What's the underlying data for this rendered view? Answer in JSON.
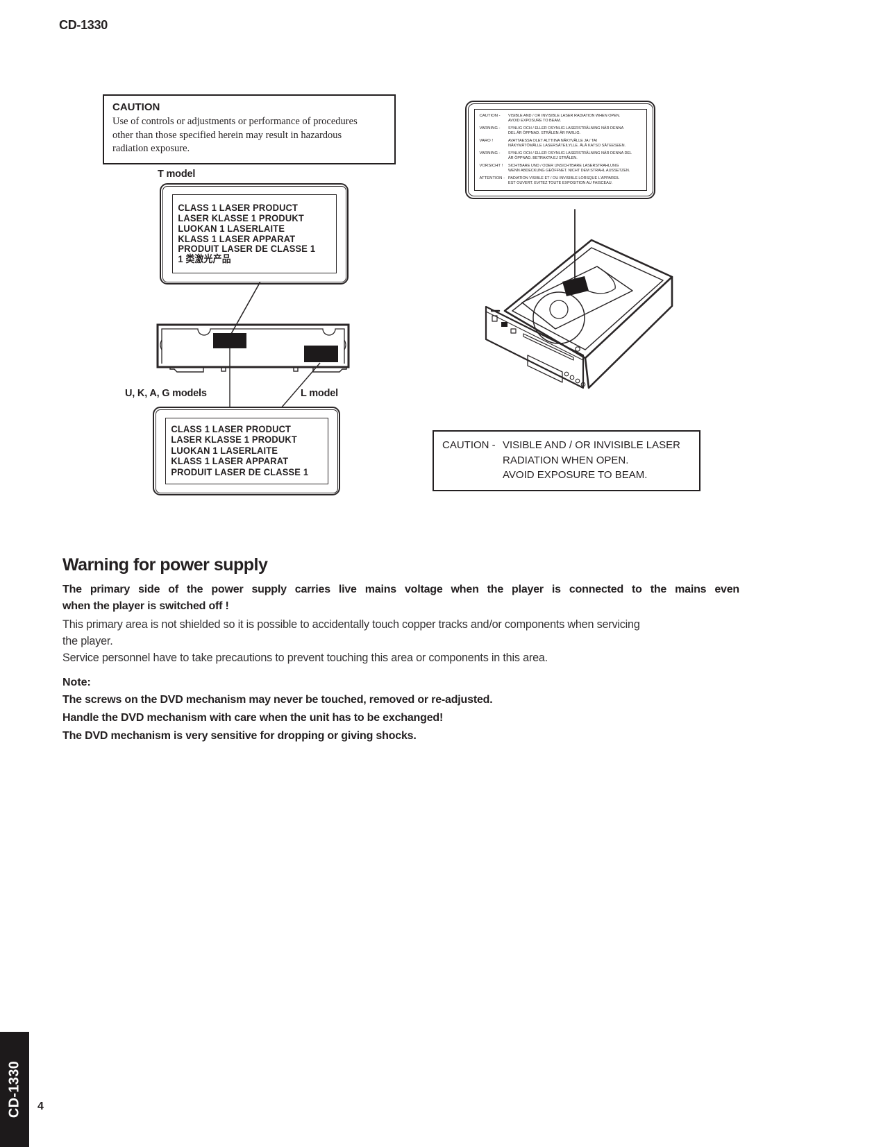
{
  "header": {
    "model": "CD-1330"
  },
  "caution_box": {
    "title": "CAUTION",
    "lines": [
      "Use of controls or adjustments or performance of procedures",
      "other than those specified herein may result in hazardous",
      "radiation exposure."
    ]
  },
  "diagram_captions": {
    "t_model": "T model",
    "ukag_models": "U, K, A, G models",
    "l_model": "L model"
  },
  "t_model_label": {
    "lines": [
      "CLASS 1 LASER PRODUCT",
      "LASER KLASSE 1 PRODUKT",
      "LUOKAN 1 LASERLAITE",
      "KLASS 1 LASER APPARAT",
      "PRODUIT LASER DE CLASSE 1",
      "1 类激光产品"
    ]
  },
  "lower_label": {
    "lines": [
      "CLASS 1 LASER PRODUCT",
      "LASER KLASSE 1 PRODUKT",
      "LUOKAN 1 LASERLAITE",
      "KLASS 1 LASER APPARAT",
      "PRODUIT LASER DE CLASSE 1"
    ]
  },
  "multilang_label": {
    "entries": [
      {
        "term": "CAUTION  -",
        "lines": [
          "VISIBLE AND / OR INVISIBLE LASER RADIATION WHEN OPEN.",
          "AVOID EXPOSURE TO BEAM."
        ]
      },
      {
        "term": "VARNING  -",
        "lines": [
          "SYNLIG OCH / ELLER OSYNLIG LASERSTRÅLNING NÄR DENNA",
          "DEL ÄR ÖPPNAD.  STRÅLEN ÄR FARLIG."
        ]
      },
      {
        "term": "VARO !",
        "lines": [
          "AVATTAESSA OLET ALTTIINA NÄKYVÄLLE JA / TAI",
          "NÄKYMÄTÖMÄLLE LASERSÄTEILYLLE. ÄLÄ KATSO SÄTEESEEN."
        ]
      },
      {
        "term": "VARNING  -",
        "lines": [
          "SYNLIG OCH / ELLER OSYNLIG LASERSTRÅLNING NÄR DENNA DEL",
          "ÄR ÖPPNAD.  BETRAKTA EJ STRÅLEN."
        ]
      },
      {
        "term": "VORSICHT !",
        "lines": [
          "SICHTBARE UND / ODER UNSICHTBARE LASERSTRAHLUNG",
          "WENN ABDECKUNG GEÖFFNET. NICHT DEM STRAHL AUSSETZEN."
        ]
      },
      {
        "term": "ATTENTION -",
        "lines": [
          "PADIATION VISIBLE ET / OU INVISIBLE LORSQUE L'APPAREIL",
          "EST OUVERT. EVITEZ TOUTE EXPOSITION AU FAISCEAU."
        ]
      }
    ]
  },
  "caution_right": {
    "term": "CAUTION -",
    "lines": [
      "VISIBLE AND / OR INVISIBLE LASER",
      "RADIATION WHEN OPEN.",
      "AVOID EXPOSURE TO BEAM."
    ]
  },
  "warning_section": {
    "heading": "Warning for power supply",
    "bold_line1": "The primary side of the power supply carries live mains voltage when the player is connected to the mains even",
    "bold_line2": "when the player is switched off !",
    "para1_line1": "This primary area is not shielded so it is possible to accidentally touch copper tracks and/or components when servicing",
    "para1_line2": "the player.",
    "para2": "Service personnel have to take precautions to prevent touching this area or components in this area.",
    "note_label": "Note:",
    "note_lines": [
      "The screws on the DVD mechanism may never be touched, removed or re-adjusted.",
      "Handle the DVD mechanism with care when the unit has to be exchanged!",
      "The DVD mechanism is very sensitive for dropping or giving shocks."
    ]
  },
  "footer": {
    "model": "CD-1330",
    "page_number": "4"
  },
  "colors": {
    "ink": "#231f20",
    "paper": "#ffffff"
  }
}
